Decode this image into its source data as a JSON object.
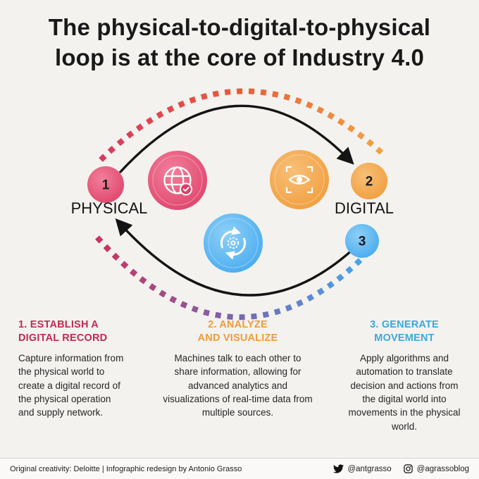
{
  "title": {
    "line1": "The physical-to-digital-to-physical",
    "line2": "loop is at the core of Industry 4.0"
  },
  "diagram": {
    "nodes": [
      {
        "number": "1",
        "label": "PHYSICAL",
        "color": "#dd3d66"
      },
      {
        "number": "2",
        "label": "DIGITAL",
        "color": "#f09a37"
      },
      {
        "number": "3",
        "label": "",
        "color": "#3fa7ee"
      }
    ],
    "icons": [
      "globe-shield",
      "eye-scan",
      "sync-gear"
    ],
    "arc_color": "#141414",
    "top_arc_gradient": [
      "#d63a5e",
      "#ea5b36",
      "#f2a43f"
    ],
    "bottom_arc_gradient": [
      "#cc3360",
      "#7a64ad",
      "#42a8ee"
    ]
  },
  "sections": [
    {
      "heading": "1. ESTABLISH A\nDIGITAL RECORD",
      "body": "Capture information from the physical world to create a digital record of the physical operation and supply network.",
      "accent": "#c22a52"
    },
    {
      "heading": "2. ANALYZE\nAND VISUALIZE",
      "body": "Machines talk to each other to share information, allowing for advanced analytics and visualizations of real-time data from multiple sources.",
      "accent": "#f09c38"
    },
    {
      "heading": "3. GENERATE\nMOVEMENT",
      "body": "Apply algorithms and automation to translate decision and actions from the digital world into movements in the physical world.",
      "accent": "#3aa9dd"
    }
  ],
  "footer": {
    "credit": "Original creativity: Deloitte | Infographic redesign by Antonio Grasso",
    "twitter_handle": "@antgrasso",
    "instagram_handle": "@agrassoblog"
  },
  "colors": {
    "background": "#f3f2ef",
    "pink": "#dd3d66",
    "orange": "#f09a37",
    "blue": "#3fa7ee"
  }
}
